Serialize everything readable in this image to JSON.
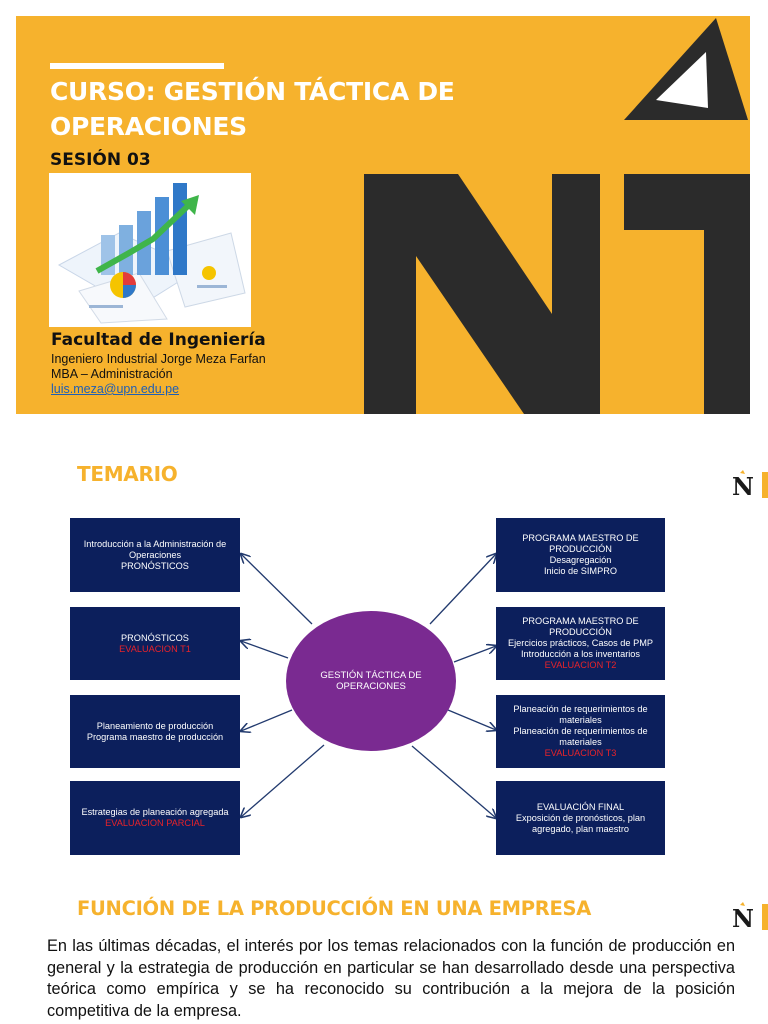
{
  "slide1": {
    "title": "CURSO: GESTIÓN TÁCTICA DE OPERACIONES",
    "session": "SESIÓN 03",
    "faculty": "Facultad de Ingeniería",
    "instructor": "Ingeniero Industrial Jorge Meza Farfan",
    "degree": "MBA – Administración",
    "email": "luis.meza@upn.edu.pe"
  },
  "slide2": {
    "title": "TEMARIO",
    "hub": "GESTIÓN TÁCTICA DE OPERACIONES",
    "left_nodes": [
      {
        "lines": [
          "Introducción a la Administración de Operaciones",
          "PRONÓSTICOS"
        ],
        "evaluation": ""
      },
      {
        "lines": [
          "PRONÓSTICOS"
        ],
        "evaluation": "EVALUACION T1"
      },
      {
        "lines": [
          "Planeamiento de producción",
          "Programa maestro de producción"
        ],
        "evaluation": ""
      },
      {
        "lines": [
          "Estrategias de planeación agregada"
        ],
        "evaluation": "EVALUACION PARCIAL"
      }
    ],
    "right_nodes": [
      {
        "lines": [
          "PROGRAMA MAESTRO DE PRODUCCIÓN",
          "Desagregación",
          "Inicio de SIMPRO"
        ],
        "evaluation": ""
      },
      {
        "lines": [
          "PROGRAMA MAESTRO DE PRODUCCIÓN",
          "Ejercicios prácticos, Casos de PMP",
          "Introducción a los inventarios"
        ],
        "evaluation": "EVALUACION T2"
      },
      {
        "lines": [
          "Planeación de requerimientos de materiales",
          "Planeación de requerimientos de materiales"
        ],
        "evaluation": "EVALUACION T3"
      },
      {
        "lines": [
          "EVALUACIÓN FINAL",
          "Exposición de pronósticos, plan agregado, plan maestro"
        ],
        "evaluation": ""
      }
    ]
  },
  "slide3": {
    "title": "FUNCIÓN DE LA PRODUCCIÓN EN UNA EMPRESA",
    "paragraph": "En las últimas décadas, el interés por los temas relacionados con la función de producción en general y la estrategia de producción en particular se han desarrollado desde una perspectiva teórica como empírica y se ha reconocido su contribución a la mejora de la posición competitiva de la empresa."
  },
  "colors": {
    "brand_yellow": "#f6b22d",
    "logo_dark": "#2b2b2b",
    "node_navy": "#0c1f5c",
    "hub_purple": "#7a2a91",
    "evaluation_red": "#e8232a",
    "link_blue": "#1f5fb5"
  },
  "icons": [
    "upn-logo",
    "business-charts-photo",
    "upn-mini-logo"
  ]
}
